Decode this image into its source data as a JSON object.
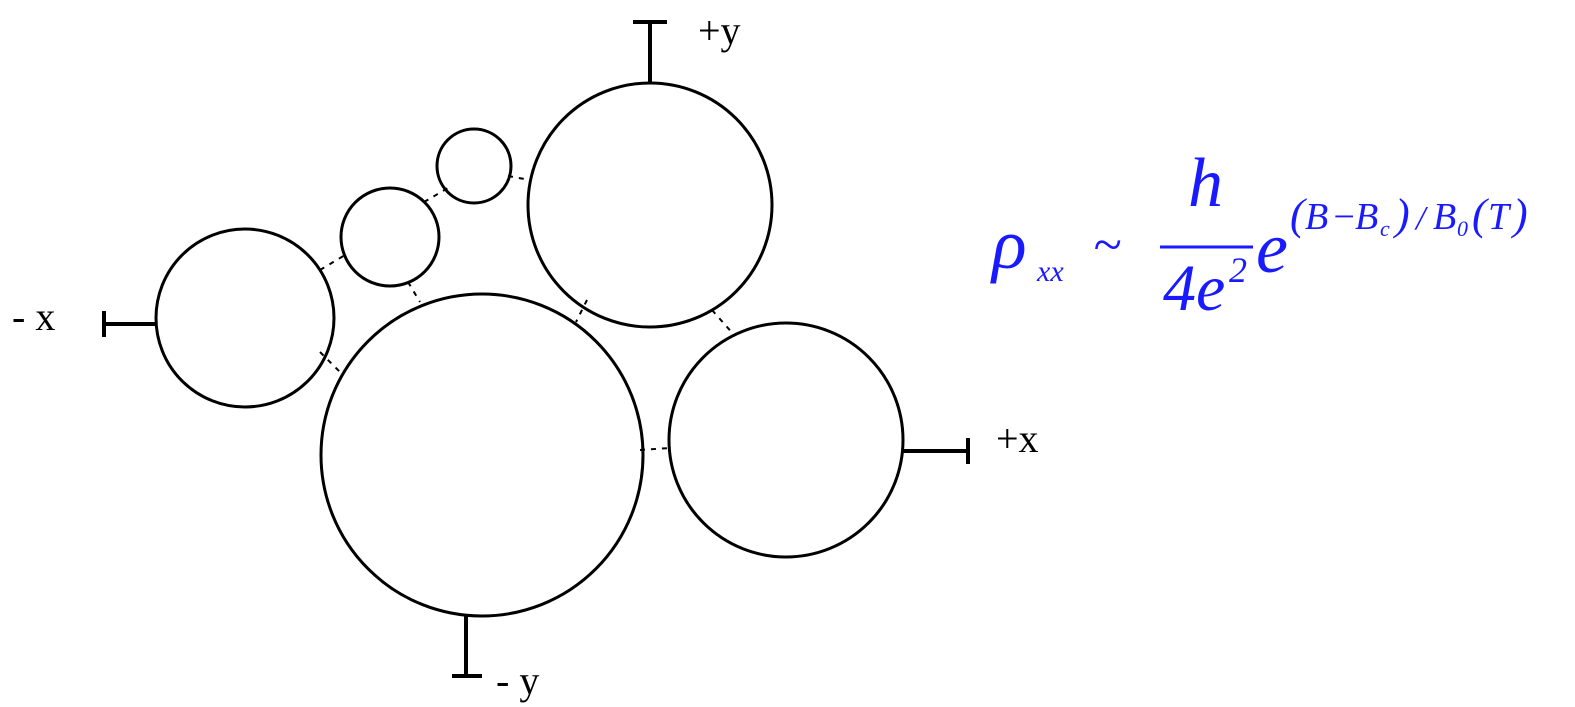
{
  "labels": {
    "plus_y": "+y",
    "minus_y": "- y",
    "plus_x": "+x",
    "minus_x": "- x"
  },
  "formula": {
    "lhs_symbol": "ρ",
    "lhs_subscript": "xx",
    "relation": "~",
    "numerator": "h",
    "denominator_coeff": "4",
    "denominator_var": "e",
    "denominator_power": "2",
    "base": "e",
    "exponent_open": "(",
    "exponent_B": "B",
    "exponent_minus": "−",
    "exponent_Bc": "B",
    "exponent_Bc_sub": "c",
    "exponent_close": ")",
    "exponent_slash": "/",
    "exponent_B0": "B",
    "exponent_B0_sub": "0",
    "exponent_T_open": "(",
    "exponent_T": "T",
    "exponent_T_close": ")"
  },
  "colors": {
    "formula": "#1a1aff",
    "lines": "#000000"
  }
}
